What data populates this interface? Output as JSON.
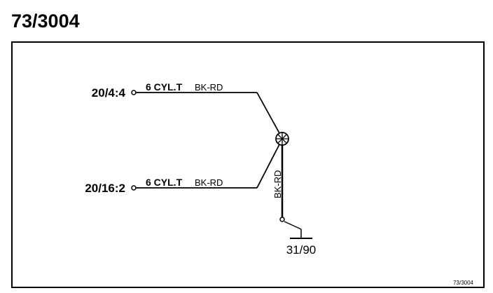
{
  "page": {
    "title": "73/3004"
  },
  "diagram": {
    "terminals": [
      {
        "label": "20/4:4",
        "wire_label": "6 CYL.T",
        "wire_color": "BK-RD"
      },
      {
        "label": "20/16:2",
        "wire_label": "6 CYL.T",
        "wire_color": "BK-RD"
      }
    ],
    "splice_wire_color": "BK-RD",
    "ground_label": "31/90",
    "reference_id": "73/3004"
  },
  "colors": {
    "ink": "#000000",
    "background": "#ffffff"
  }
}
